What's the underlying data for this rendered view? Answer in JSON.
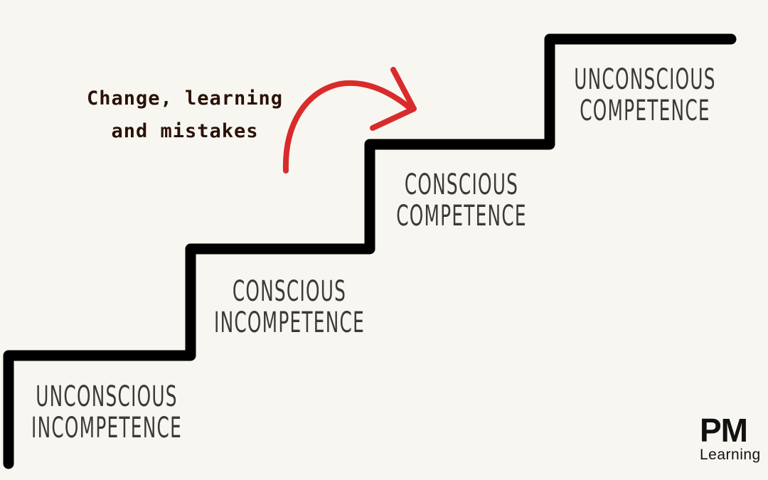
{
  "diagram": {
    "steps": [
      {
        "line1": "UNCONSCIOUS",
        "line2": "INCOMPETENCE"
      },
      {
        "line1": "CONSCIOUS",
        "line2": "INCOMPETENCE"
      },
      {
        "line1": "CONSCIOUS",
        "line2": "COMPETENCE"
      },
      {
        "line1": "UNCONSCIOUS",
        "line2": "COMPETENCE"
      }
    ],
    "annotation": {
      "line1": "Change, learning",
      "line2": "and mistakes"
    },
    "colors": {
      "background": "#f8f6f1",
      "stair_line": "#000000",
      "arrow": "#d92b2b",
      "label_text": "#3a3a3a",
      "annotation_text": "#2a1208"
    }
  },
  "logo": {
    "mark": "PM",
    "text": "Learning"
  }
}
